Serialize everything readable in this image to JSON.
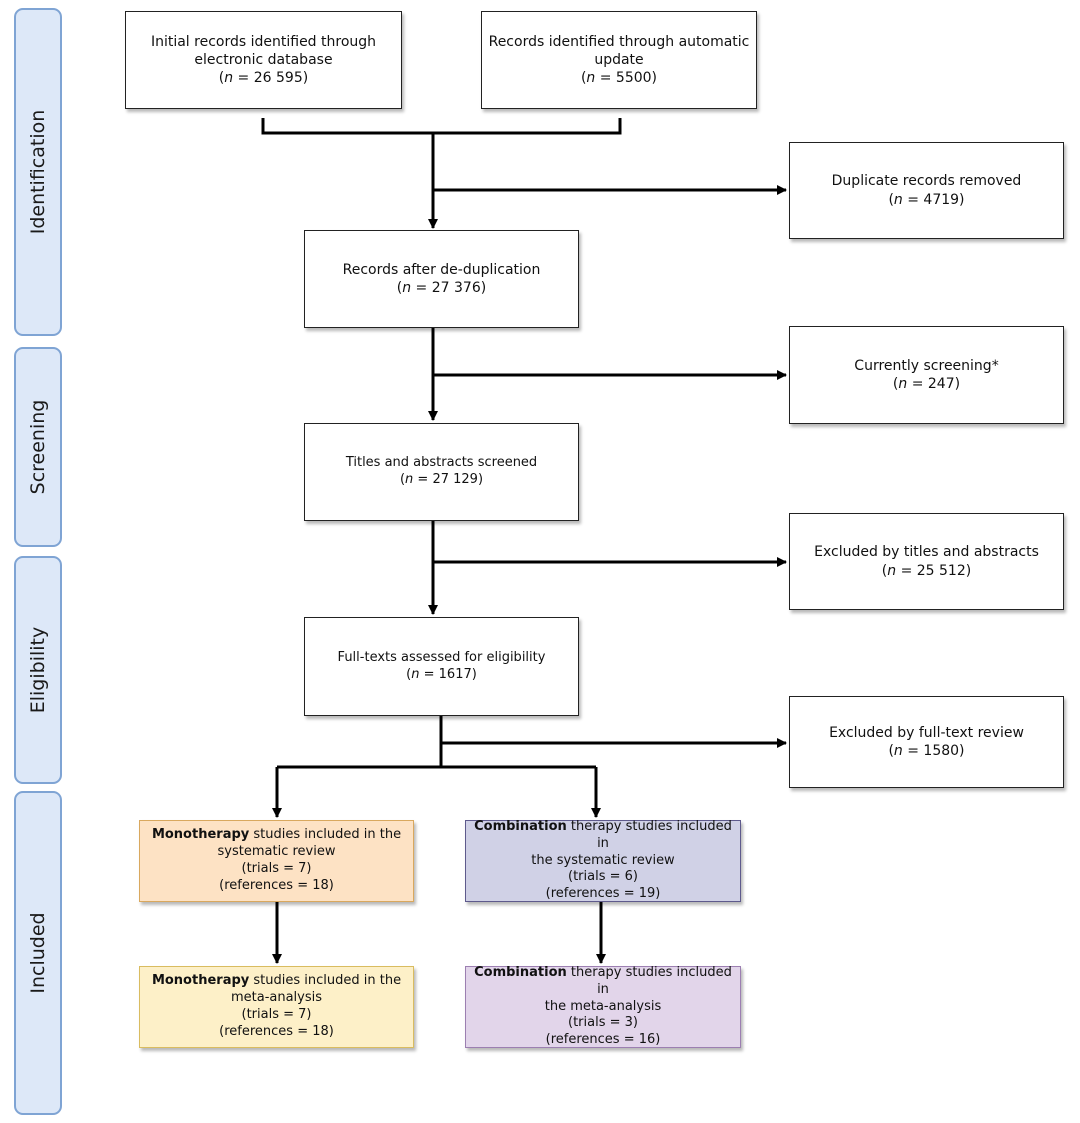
{
  "phases": {
    "identification": "Identification",
    "screening": "Screening",
    "eligibility": "Eligibility",
    "included": "Included"
  },
  "boxes": {
    "initial_records": {
      "line1": "Initial records identified through",
      "line2": "electronic database",
      "n_label": "n",
      "n_value": " = 26 595)"
    },
    "automatic_update": {
      "line1": "Records identified through automatic",
      "line2": "update",
      "n_label": "n",
      "n_value": " = 5500)"
    },
    "duplicates_removed": {
      "line1": "Duplicate records removed",
      "n_label": "n",
      "n_value": " = 4719)"
    },
    "after_deduplication": {
      "line1": "Records after de-duplication",
      "n_label": "n",
      "n_value": " = 27 376)"
    },
    "currently_screening": {
      "line1": "Currently screening*",
      "n_label": "n",
      "n_value": " = 247)"
    },
    "titles_abstracts": {
      "line1": "Titles and abstracts screened",
      "n_label": "n",
      "n_value": " = 27 129)"
    },
    "excluded_titles": {
      "line1": "Excluded by titles and abstracts",
      "n_label": "n",
      "n_value": " = 25 512)"
    },
    "full_texts": {
      "line1": "Full-texts assessed for eligibility",
      "n_label": "n",
      "n_value": " = 1617)"
    },
    "excluded_fulltext": {
      "line1": "Excluded by full-text review",
      "n_label": "n",
      "n_value": " = 1580)"
    },
    "mono_systematic": {
      "bold": "Monotherapy",
      "rest": " studies included in the",
      "line2": "systematic review",
      "trials": "(trials = 7)",
      "references": "(references = 18)"
    },
    "combo_systematic": {
      "bold": "Combination",
      "rest": " therapy studies included in",
      "line2": "the systematic review",
      "trials": "(trials = 6)",
      "references": "(references = 19)"
    },
    "mono_meta": {
      "bold": "Monotherapy",
      "rest": " studies included in the",
      "line2": "meta-analysis",
      "trials": "(trials = 7)",
      "references": "(references = 18)"
    },
    "combo_meta": {
      "bold": "Combination",
      "rest": " therapy studies included in",
      "line2": "the meta-analysis",
      "trials": "(trials = 3)",
      "references": "(references = 16)"
    }
  },
  "colors": {
    "phase_fill": "#dde8f8",
    "phase_border": "#7fa4d4",
    "mono_systematic": "#fde2c4",
    "mono_meta": "#fdf0c8",
    "combo_systematic": "#d0d1e6",
    "combo_meta": "#e2d5ea"
  }
}
